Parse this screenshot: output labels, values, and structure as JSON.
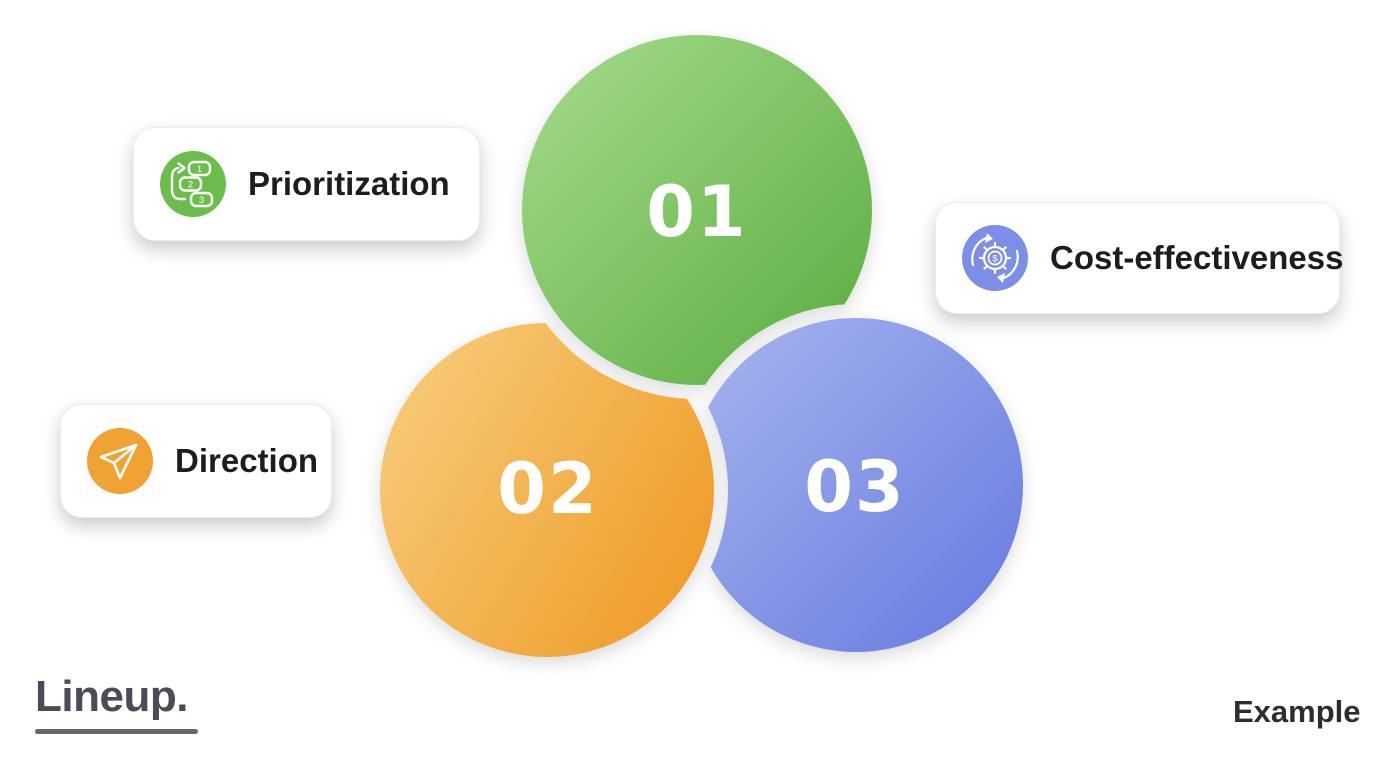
{
  "circles": [
    {
      "number": "01",
      "color_light": "#A6DC8C",
      "color_dark": "#59AB3F"
    },
    {
      "number": "02",
      "color_light": "#F8CF80",
      "color_dark": "#EF9F2D"
    },
    {
      "number": "03",
      "color_light": "#A8B5EF",
      "color_dark": "#6579DE"
    }
  ],
  "cards": [
    {
      "label": "Prioritization",
      "icon": "numbered-steps-icon",
      "icon_color": "#6CBE4C",
      "icon_digits": [
        "1",
        "2",
        "3"
      ]
    },
    {
      "label": "Cost-effectiveness",
      "icon": "dollar-gear-icon",
      "icon_color": "#7C8EE8",
      "icon_symbol": "$"
    },
    {
      "label": "Direction",
      "icon": "paper-plane-icon",
      "icon_color": "#F0A232"
    }
  ],
  "numbers_text_color": "#FFFFFF",
  "footer": {
    "brand": "Lineup.",
    "brand_color": "#4B4C59",
    "watermark": "Example",
    "watermark_color": "#2D2D2D"
  }
}
